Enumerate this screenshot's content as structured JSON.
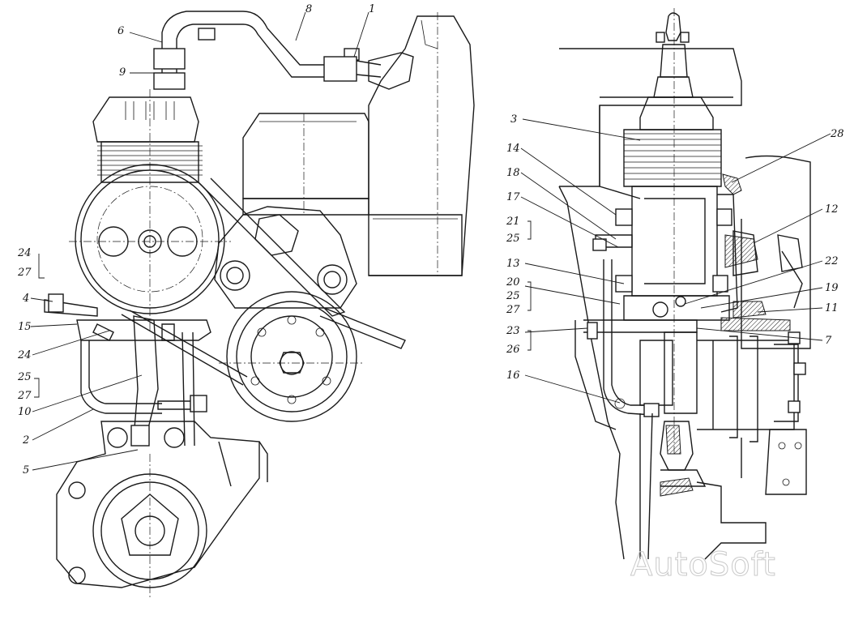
{
  "watermark": "AutoSoft",
  "callouts_left": [
    "6",
    "8",
    "1",
    "9",
    "24",
    "27",
    "4",
    "15",
    "24",
    "25",
    "27",
    "10",
    "2",
    "5"
  ],
  "callouts_right": [
    "3",
    "28",
    "14",
    "18",
    "17",
    "21",
    "25",
    "13",
    "20",
    "25",
    "27",
    "23",
    "26",
    "16",
    "12",
    "22",
    "19",
    "11",
    "7"
  ]
}
